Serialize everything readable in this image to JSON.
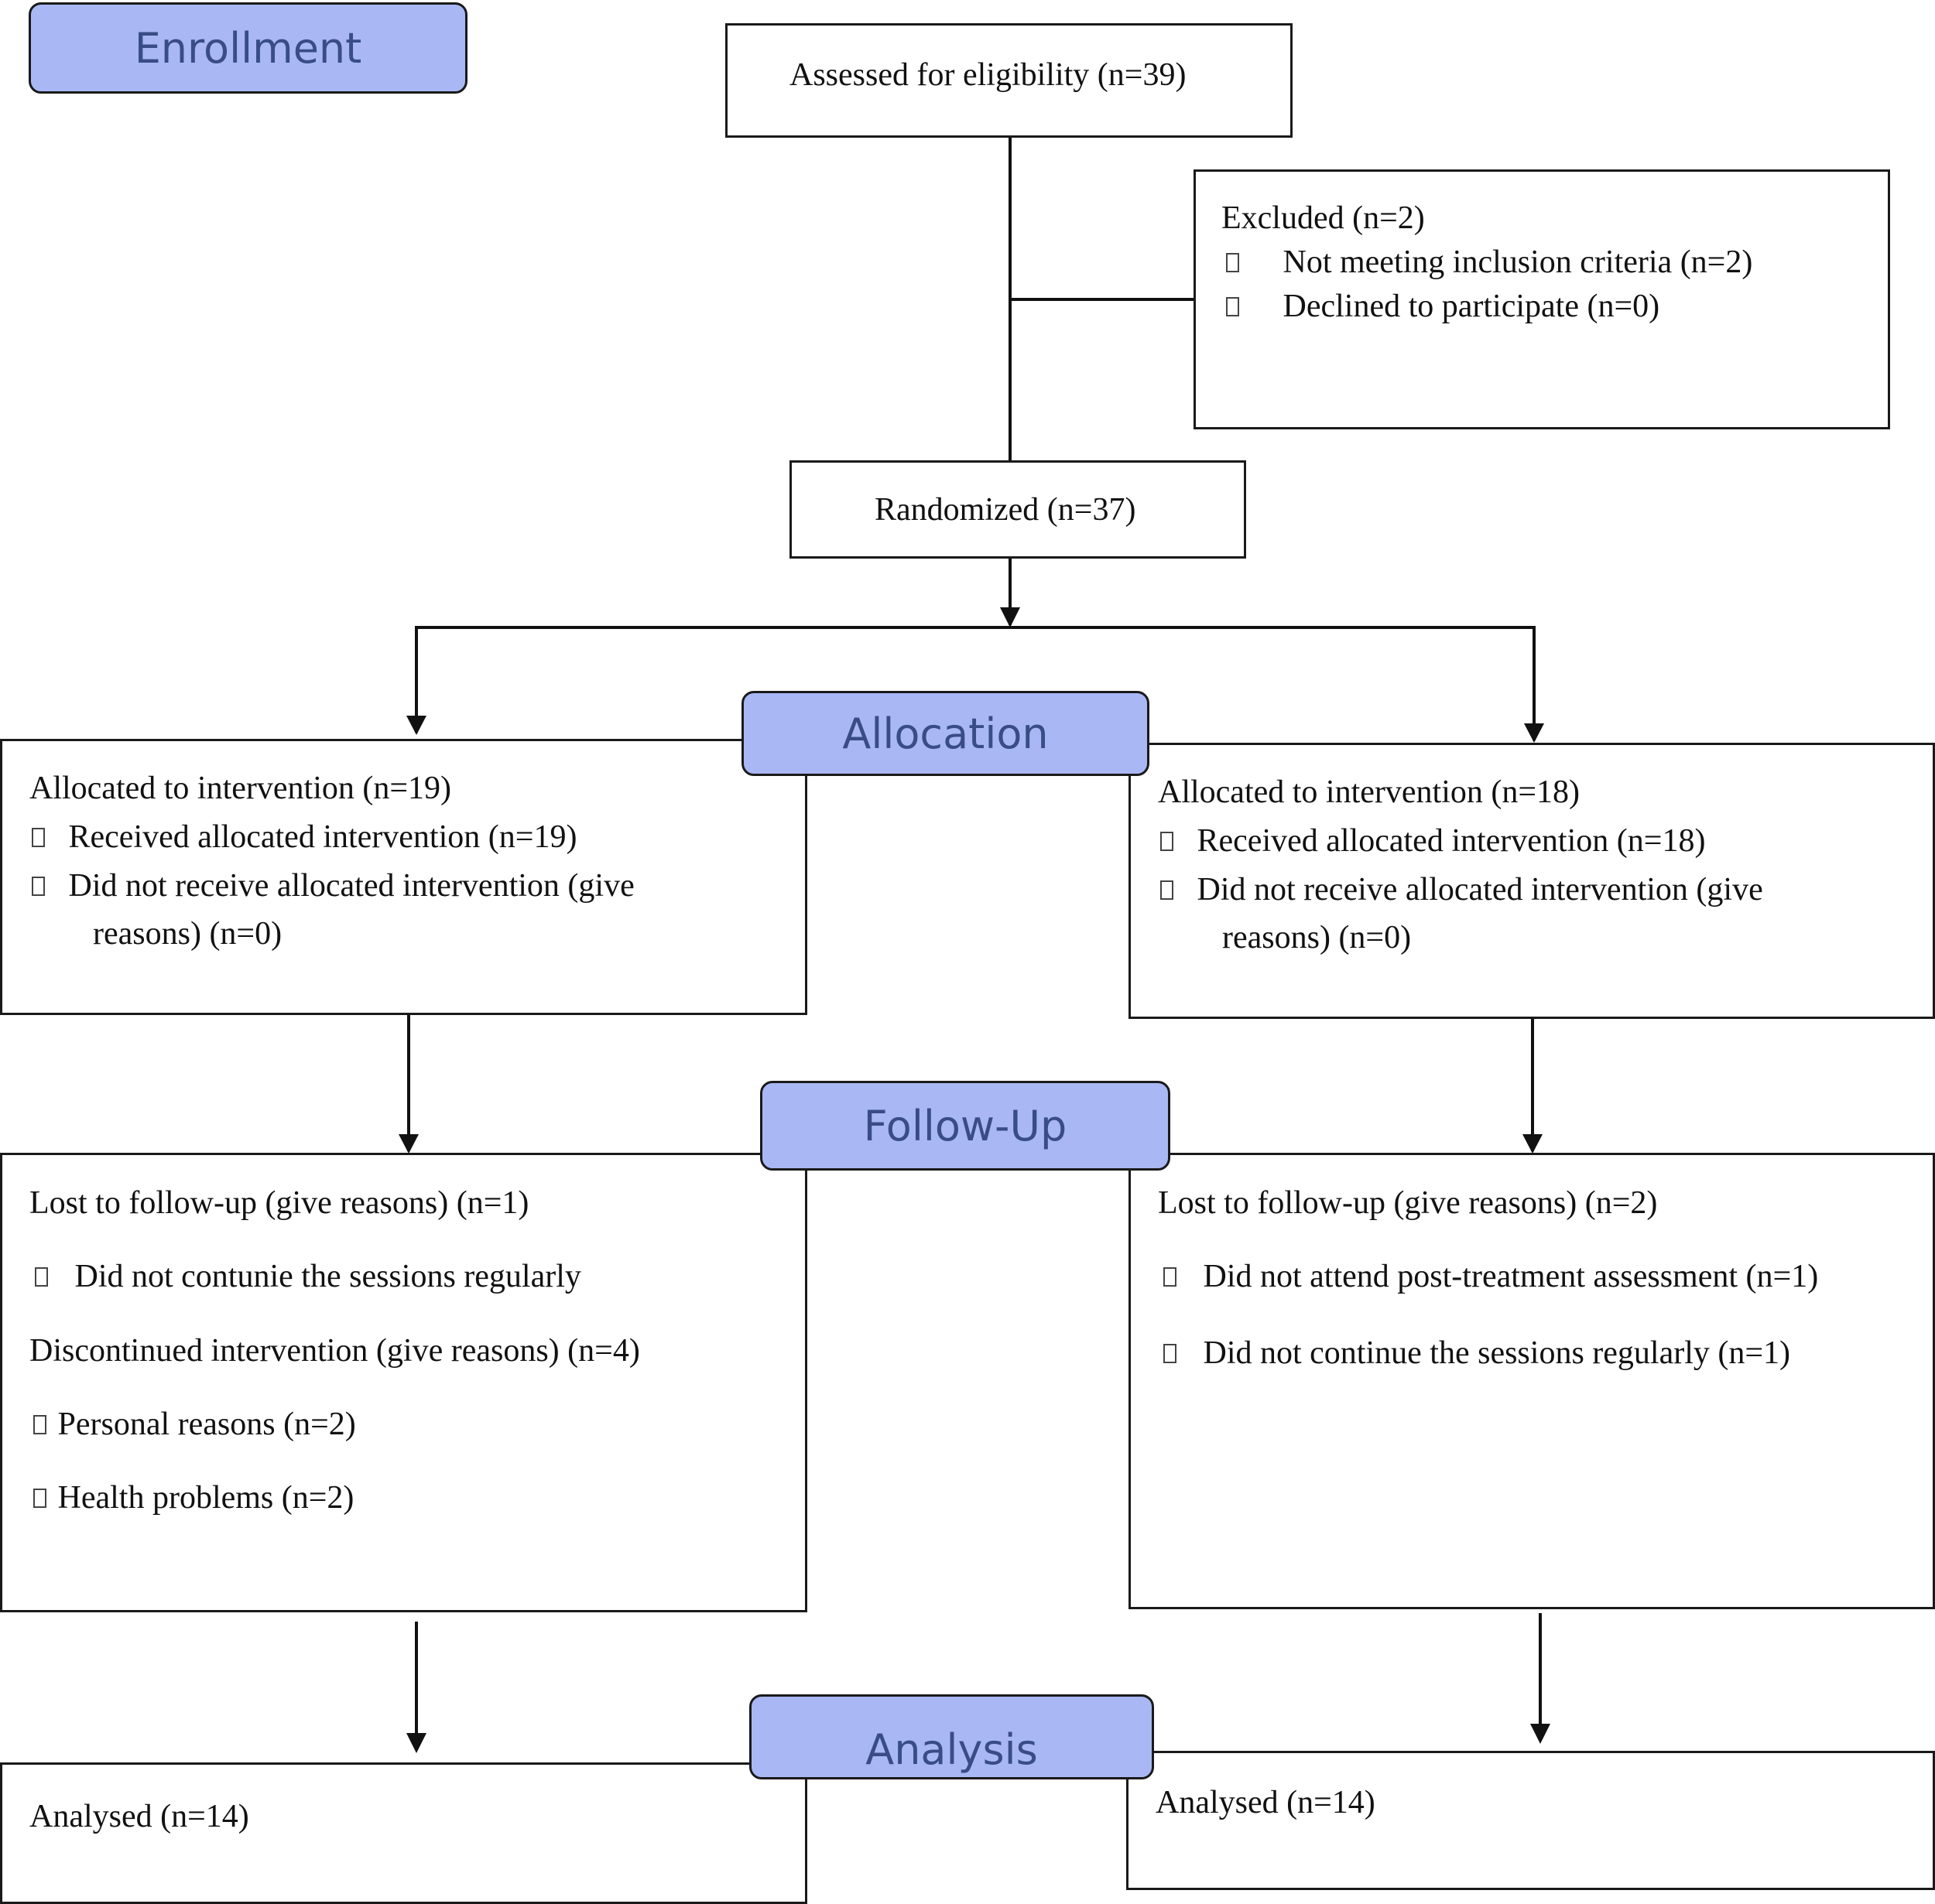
{
  "stages": {
    "enrollment": "Enrollment",
    "allocation": "Allocation",
    "follow_up": "Follow-Up",
    "analysis": "Analysis"
  },
  "assessed": "Assessed for eligibility (n=39)",
  "excluded": {
    "title": "Excluded  (n=2)",
    "items": [
      "Not meeting inclusion criteria (n=2)",
      "Declined to participate (n=0)"
    ]
  },
  "randomized": "Randomized (n=37)",
  "left_arm": {
    "allocation": {
      "title": "Allocated to intervention (n=19)",
      "received": "Received allocated intervention (n=19)",
      "not_received_1": "Did not receive allocated intervention (give",
      "not_received_2": "reasons) (n=0)"
    },
    "follow_up": {
      "lost": "Lost to follow-up (give reasons) (n=1)",
      "lost_reason": "Did not contunie the sessions regularly",
      "discontinued": "Discontinued intervention (give reasons) (n=4)",
      "reasons": [
        "Personal reasons (n=2)",
        "Health problems (n=2)"
      ]
    },
    "analysed": "Analysed  (n=14)"
  },
  "right_arm": {
    "allocation": {
      "title": "Allocated to intervention (n=18)",
      "received": "Received allocated intervention (n=18)",
      "not_received_1": "Did not receive allocated intervention (give",
      "not_received_2": "reasons) (n=0)"
    },
    "follow_up": {
      "lost": "Lost to follow-up (give reasons) (n=2)",
      "reasons": [
        "Did not attend post-treatment assessment (n=1)",
        "Did not continue the sessions regularly (n=1)"
      ]
    },
    "analysed": "Analysed  (n=14)"
  }
}
